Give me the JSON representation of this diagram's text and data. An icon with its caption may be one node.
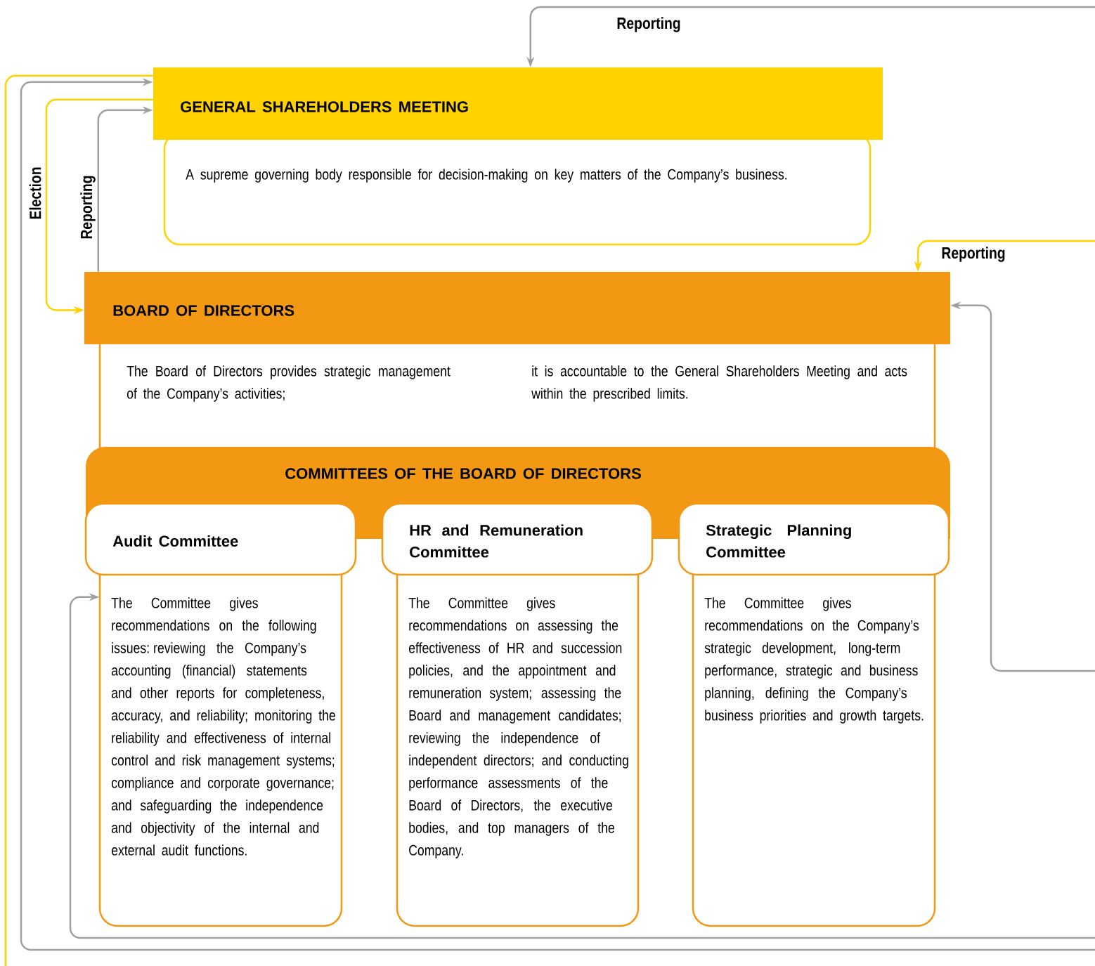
{
  "diagram": {
    "nodes": [
      {
        "text": [
          "GENERAL SHAREHOLDERS MEETING"
        ]
      },
      {
        "text": [
          "A supreme governing body responsible for decision-making on key matters of the Company’s business."
        ]
      },
      {
        "text": [
          "BOARD OF DIRECTORS"
        ]
      },
      {
        "text": [
          "The Board of Directors provides strategic management of the Company’s activities;",
          "it is accountable to the General Shareholders Meeting and acts within the prescribed limits."
        ]
      },
      {
        "text": [
          "COMMITTEES OF THE BOARD OF DIRECTORS"
        ]
      },
      {
        "text": [
          "Audit Committee"
        ]
      },
      {
        "text": [
          "The Committee gives recommendations on the following issues: reviewing the Company’s accounting (financial) statements and other reports for completeness, accuracy, and reliability; monitoring the reliability and effectiveness of internal control and risk management systems; compliance and corporate governance; and safeguarding the independence and objectivity of the internal and external audit functions."
        ]
      },
      {
        "text": [
          "HR and Remuneration Committee"
        ]
      },
      {
        "text": [
          "The Committee gives recommendations on assessing the effectiveness of HR and succession policies, and the appointment and remuneration system; assessing the Board and management candidates; reviewing the independence of independent directors; and conducting performance assessments of the Board of Directors, the executive bodies, and top managers of the Company."
        ]
      },
      {
        "text": [
          "Strategic Planning Committee"
        ]
      },
      {
        "text": [
          "The Committee gives recommendations on the Company’s strategic development, long-term performance, strategic and business planning, defining the Company’s business priorities and growth targets."
        ]
      }
    ],
    "edges": [
      {
        "from": null,
        "to": 0,
        "arrow": "to",
        "label": "Reporting"
      },
      {
        "from": null,
        "to": 0,
        "arrow": "none",
        "color": "#ffd200"
      },
      {
        "from": null,
        "to": 0,
        "arrow": "to"
      },
      {
        "from": 0,
        "to": 2,
        "arrow": "to",
        "label": "Election",
        "color": "#ffd200"
      },
      {
        "from": 2,
        "to": 0,
        "arrow": "to",
        "label": "Reporting"
      },
      {
        "from": null,
        "to": 2,
        "arrow": "to",
        "label": "Reporting",
        "color": "#ffd200"
      },
      {
        "from": null,
        "to": 2,
        "arrow": "to"
      },
      {
        "from": null,
        "to": 6,
        "arrow": "to"
      }
    ]
  }
}
